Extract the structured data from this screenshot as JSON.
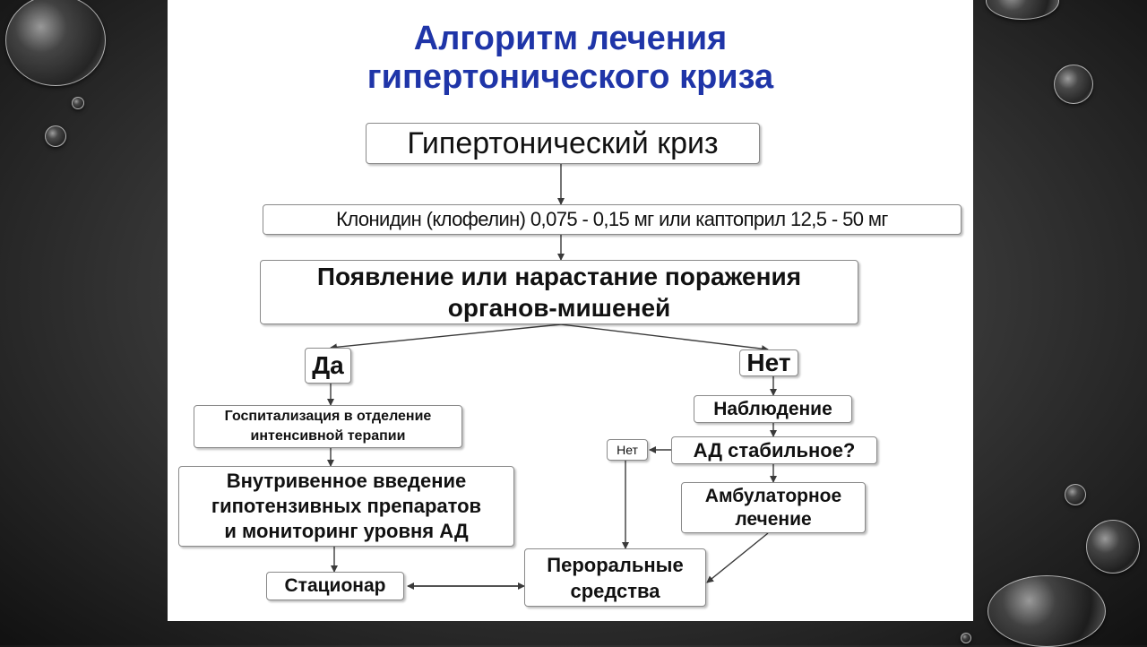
{
  "title": {
    "line1": "Алгоритм лечения",
    "line2": "гипертонического криза"
  },
  "nodes": {
    "crisis": "Гипертонический криз",
    "drugs": "Клонидин (клофелин) 0,075 - 0,15 мг или каптоприл 12,5 - 50 мг",
    "damage_line1": "Появление или нарастание поражения",
    "damage_line2": "органов-мишеней",
    "yes": "Да",
    "no": "Нет",
    "hosp_line1": "Госпитализация в отделение",
    "hosp_line2": "интенсивной терапии",
    "iv_line1": "Внутривенное введение",
    "iv_line2": "гипотензивных препаратов",
    "iv_line3": "и мониторинг уровня АД",
    "stationary": "Стационар",
    "observation": "Наблюдение",
    "bp_stable": "АД стабильное?",
    "no_small": "Нет",
    "outpatient_line1": "Амбулаторное",
    "outpatient_line2": "лечение",
    "oral_line1": "Пероральные",
    "oral_line2": "средства"
  },
  "colors": {
    "title": "#1f35a8",
    "slide_background": "#ffffff",
    "box_border": "#8a8a8a",
    "arrow": "#3a3a3a"
  }
}
